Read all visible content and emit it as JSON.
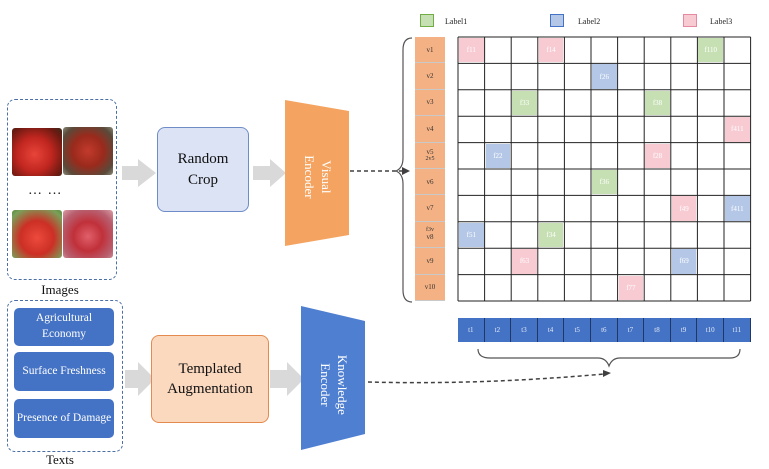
{
  "images_caption": "Images",
  "texts_caption": "Texts",
  "ellipsis": "…  …",
  "random_crop": "Random Crop",
  "templated_augmentation": "Templated Augmentation",
  "visual_encoder": "Visual Encoder",
  "knowledge_encoder": "Knowledge Encoder",
  "text_items": [
    "Agricultural Economy",
    "Surface Freshness",
    "Presence of Damage"
  ],
  "legend": [
    {
      "label": "Label1",
      "color": "#c6e0b4",
      "border": "#70ad47"
    },
    {
      "label": "Label2",
      "color": "#b4c7e7",
      "border": "#4472c4"
    },
    {
      "label": "Label3",
      "color": "#f8cbd3",
      "border": "#e58aa0"
    }
  ],
  "v_labels": [
    "v1",
    "v2",
    "v3",
    "v4",
    "v5",
    "v6",
    "v7",
    "v8",
    "v9",
    "v10"
  ],
  "v_extra": {
    "4": "2v5",
    "7": "f3v"
  },
  "t_labels": [
    "t1",
    "t2",
    "t3",
    "t4",
    "t5",
    "t6",
    "t7",
    "t8",
    "t9",
    "t10",
    "t11"
  ],
  "matrix_cells": [
    {
      "row": 0,
      "col": 0,
      "label": "f11",
      "cls": 3
    },
    {
      "row": 0,
      "col": 3,
      "label": "f14",
      "cls": 3
    },
    {
      "row": 0,
      "col": 9,
      "label": "f110",
      "cls": 1
    },
    {
      "row": 1,
      "col": 5,
      "label": "f26",
      "cls": 2
    },
    {
      "row": 2,
      "col": 2,
      "label": "f33",
      "cls": 1
    },
    {
      "row": 2,
      "col": 7,
      "label": "f38",
      "cls": 1
    },
    {
      "row": 3,
      "col": 10,
      "label": "f411",
      "cls": 3
    },
    {
      "row": 4,
      "col": 1,
      "label": "f22",
      "cls": 2
    },
    {
      "row": 4,
      "col": 7,
      "label": "f28",
      "cls": 3
    },
    {
      "row": 5,
      "col": 5,
      "label": "f36",
      "cls": 1
    },
    {
      "row": 6,
      "col": 8,
      "label": "f49",
      "cls": 3
    },
    {
      "row": 6,
      "col": 10,
      "label": "f411",
      "cls": 2
    },
    {
      "row": 7,
      "col": 0,
      "label": "f51",
      "cls": 2
    },
    {
      "row": 7,
      "col": 3,
      "label": "f34",
      "cls": 1
    },
    {
      "row": 8,
      "col": 2,
      "label": "f63",
      "cls": 3
    },
    {
      "row": 8,
      "col": 8,
      "label": "f69",
      "cls": 2
    },
    {
      "row": 9,
      "col": 6,
      "label": "f77",
      "cls": 3
    }
  ]
}
